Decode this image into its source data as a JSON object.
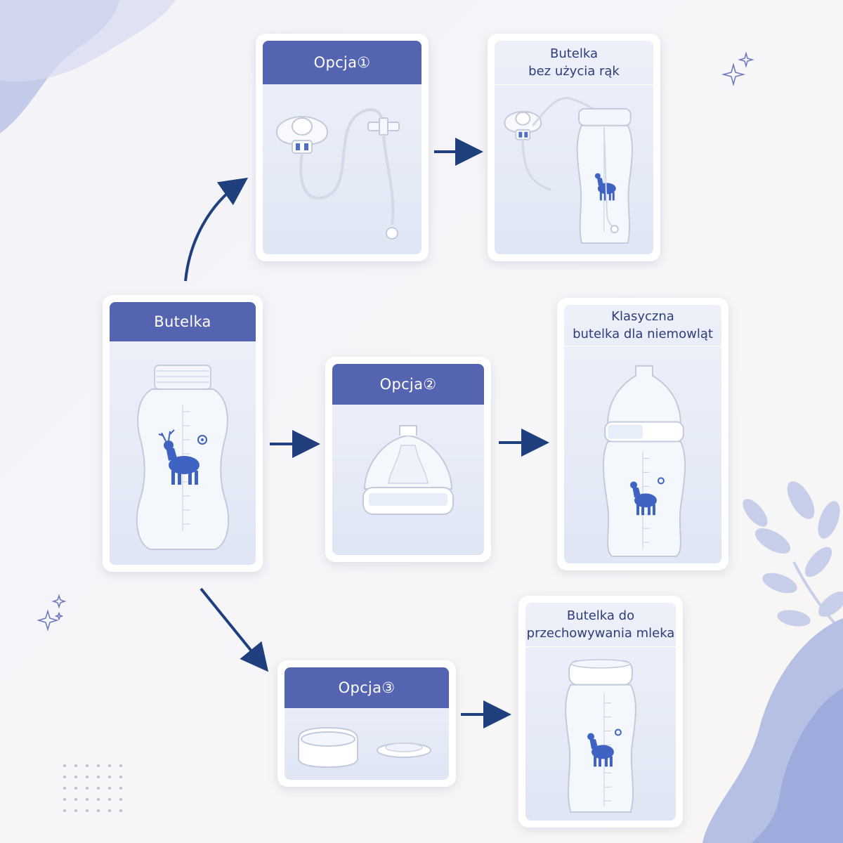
{
  "colors": {
    "header_bg": "#5564b0",
    "arrow": "#1f3f7e",
    "title_text": "#2e3d7a",
    "card_fill": "#e4eaf6",
    "deer_blue": "#3f63c2"
  },
  "source": {
    "title": "Butelka"
  },
  "options": [
    {
      "title": "Opcja①",
      "result": [
        "Butelka",
        "bez użycia rąk"
      ]
    },
    {
      "title": "Opcja②",
      "result": [
        "Klasyczna",
        "butelka dla niemowląt"
      ]
    },
    {
      "title": "Opcja③",
      "result": [
        "Butelka do",
        "przechowywania mleka"
      ]
    }
  ]
}
